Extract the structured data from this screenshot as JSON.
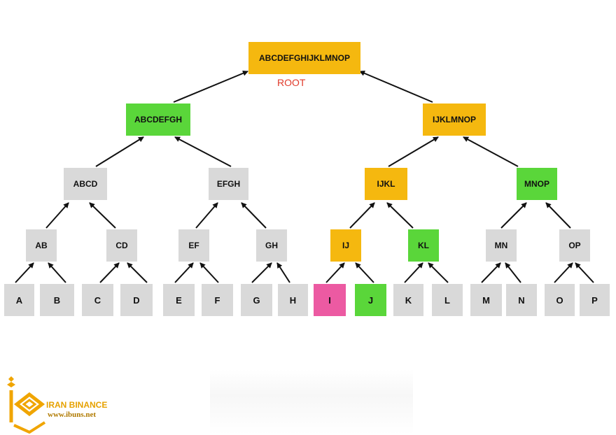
{
  "tree": {
    "root": {
      "label": "ABCDEFGHIJKLMNOP",
      "caption": "ROOT"
    },
    "level1": [
      {
        "label": "ABCDEFGH"
      },
      {
        "label": "IJKLMNOP"
      }
    ],
    "level2": [
      {
        "label": "ABCD"
      },
      {
        "label": "EFGH"
      },
      {
        "label": "IJKL"
      },
      {
        "label": "MNOP"
      }
    ],
    "level3": [
      {
        "label": "AB"
      },
      {
        "label": "CD"
      },
      {
        "label": "EF"
      },
      {
        "label": "GH"
      },
      {
        "label": "IJ"
      },
      {
        "label": "KL"
      },
      {
        "label": "MN"
      },
      {
        "label": "OP"
      }
    ],
    "leaves": [
      "A",
      "B",
      "C",
      "D",
      "E",
      "F",
      "G",
      "H",
      "I",
      "J",
      "K",
      "L",
      "M",
      "N",
      "O",
      "P"
    ]
  },
  "colors": {
    "gray": "#d9d9d9",
    "gold": "#f5b80f",
    "green": "#5ad63a",
    "pink": "#ec5aa2",
    "root_caption": "#e03a2a"
  },
  "watermark": {
    "brand": "IRAN BINANCE",
    "url": "www.ibuns.net"
  }
}
